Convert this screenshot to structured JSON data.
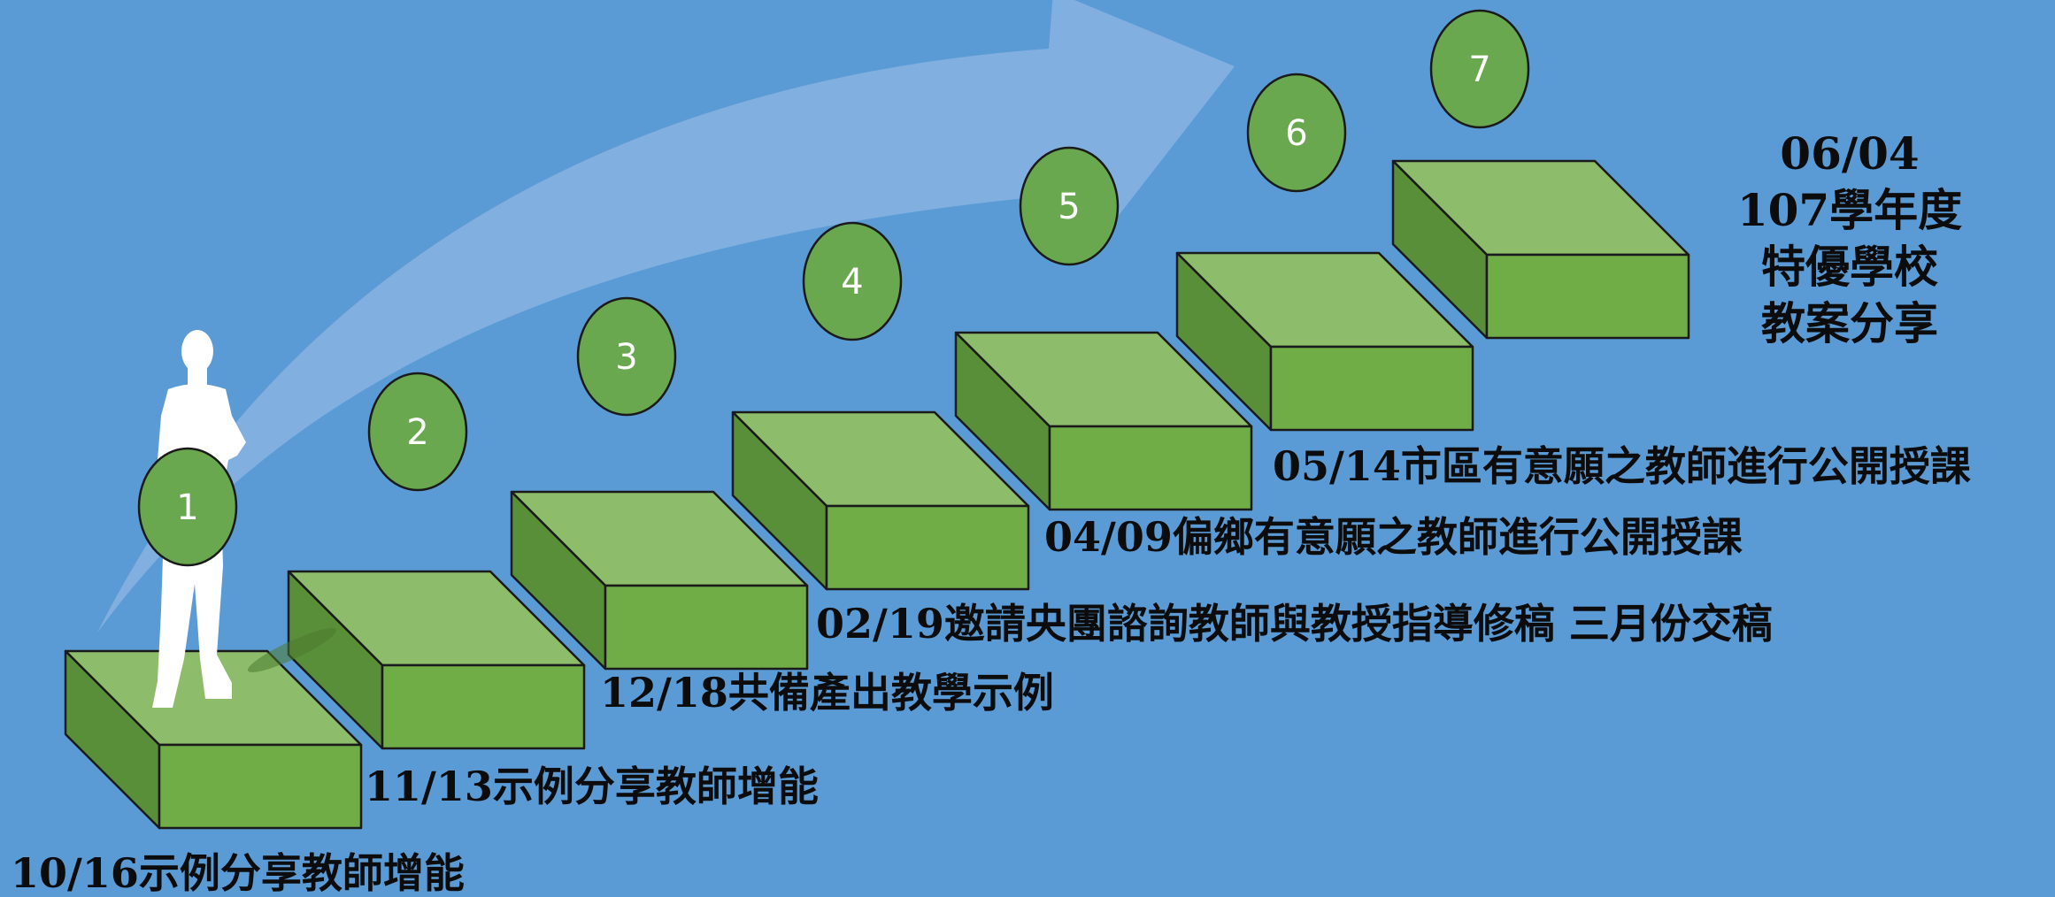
{
  "colors": {
    "background": "#5b9bd5",
    "arrow": "#8cb6e3",
    "step_top": "#8dbd6a",
    "step_front": "#70ad47",
    "step_side": "#5a8f3a",
    "circle": "#6aa84f",
    "figure": "#ffffff"
  },
  "figure_icon": "standing-person-silhouette-icon",
  "steps": [
    {
      "number": "1",
      "label": "10/16示例分享教師增能"
    },
    {
      "number": "2",
      "label": "11/13示例分享教師增能"
    },
    {
      "number": "3",
      "label": "12/18共備產出教學示例"
    },
    {
      "number": "4",
      "label": "02/19邀請央團諮詢教師與教授指導修稿 三月份交稿"
    },
    {
      "number": "5",
      "label": "04/09偏鄉有意願之教師進行公開授課"
    },
    {
      "number": "6",
      "label": "05/14市區有意願之教師進行公開授課"
    },
    {
      "number": "7",
      "label_lines": [
        "06/04",
        "107學年度",
        "特優學校",
        "教案分享"
      ]
    }
  ]
}
